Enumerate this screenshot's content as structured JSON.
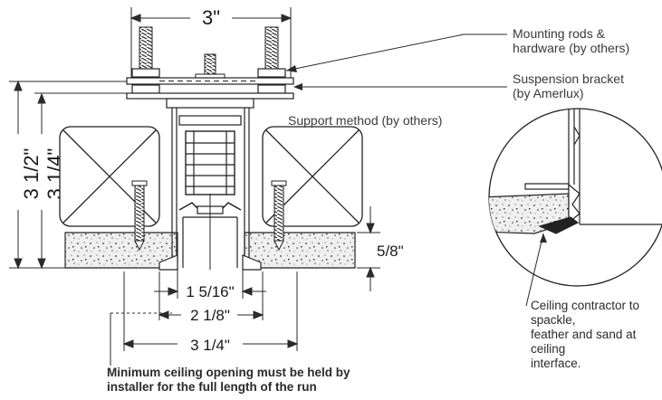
{
  "labels": {
    "mounting_rods_line1": "Mounting rods &",
    "mounting_rods_line2": "hardware (by others)",
    "suspension_line1": "Suspension bracket",
    "suspension_line2": "(by Amerlux)",
    "support_method": "Support method (by others)",
    "ceiling_contractor_line1": "Ceiling contractor to spackle,",
    "ceiling_contractor_line2": "feather and sand at ceiling",
    "ceiling_contractor_line3": "interface.",
    "min_opening_line1": "Minimum ceiling opening must be held by",
    "min_opening_line2": "installer for the full length of the run"
  },
  "dimensions": {
    "width_top": "3\"",
    "overall_height": "3 1/2\"",
    "body_height": "3 1/4\"",
    "ceiling_thickness": "5/8\"",
    "aperture_width": "1 5/16\"",
    "flange_width": "2 1/8\"",
    "opening_width": "3 1/4\""
  },
  "colors": {
    "line": "#2a2a2a",
    "ceiling_fill": "#ececec"
  },
  "icons": [
    "hex-nut-icon",
    "wood-screw-icon",
    "detail-circle-icon"
  ]
}
